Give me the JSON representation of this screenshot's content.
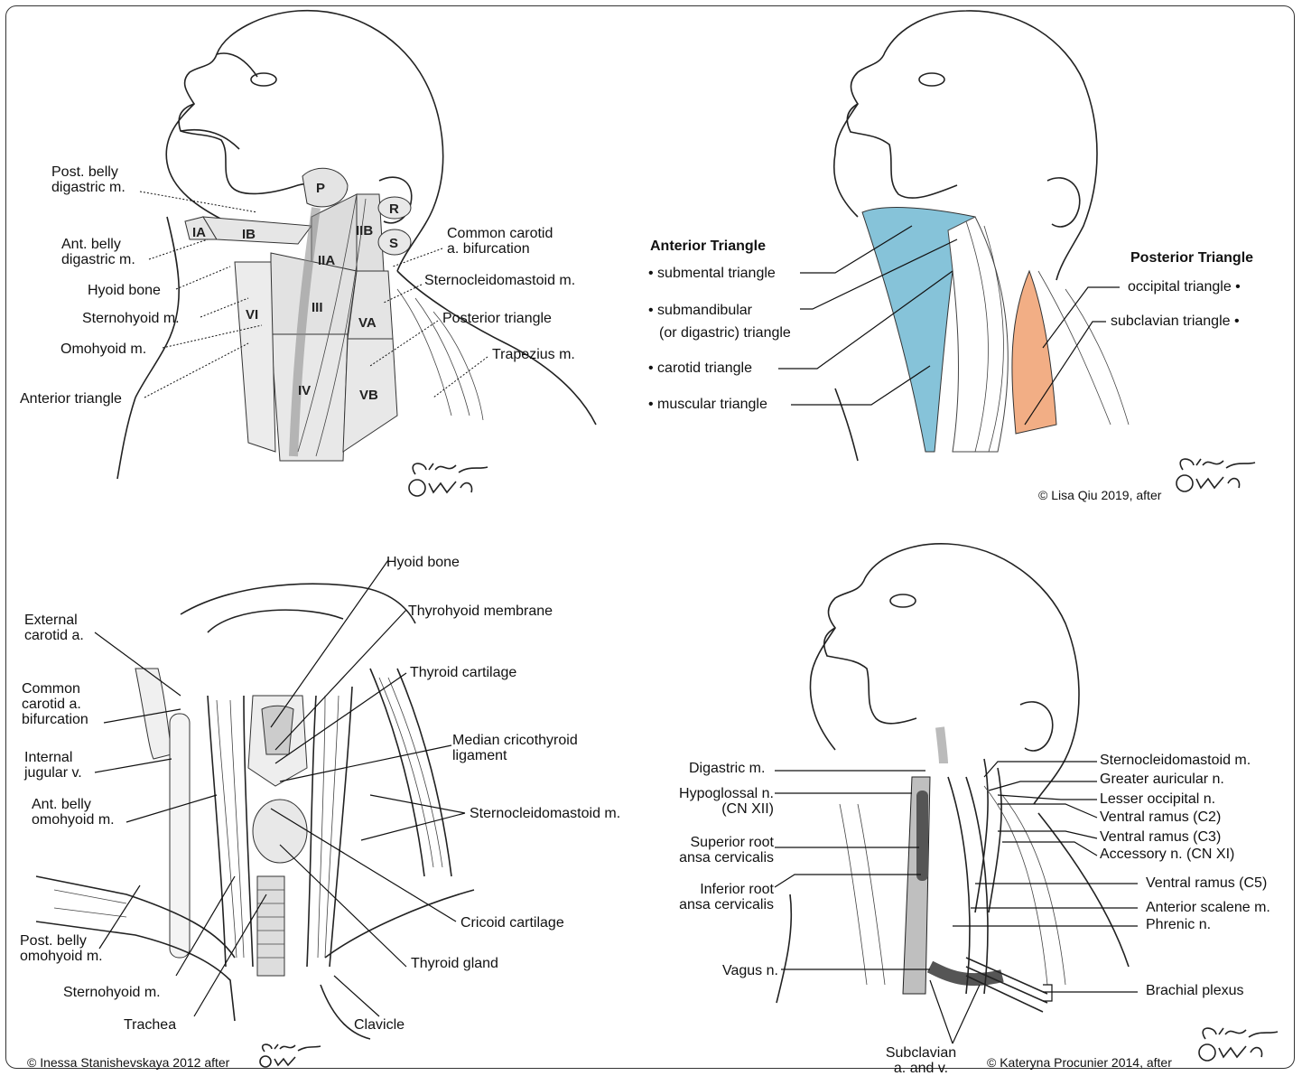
{
  "panel_tl": {
    "labels": {
      "post_belly_digastric": [
        "Post. belly",
        "digastric m."
      ],
      "ant_belly_digastric": [
        "Ant. belly",
        "digastric m."
      ],
      "hyoid_bone": "Hyoid bone",
      "sternohyoid": "Sternohyoid m.",
      "omohyoid": "Omohyoid m.",
      "anterior_triangle": "Anterior triangle",
      "common_carotid_bifurcation": [
        "Common carotid",
        "a. bifurcation"
      ],
      "sternocleidomastoid": "Sternocleidomastoid m.",
      "posterior_triangle": "Posterior triangle",
      "trapezius": "Trapezius m."
    },
    "zones": [
      "IA",
      "IB",
      "IIA",
      "IIB",
      "III",
      "IV",
      "VA",
      "VB",
      "VI",
      "P",
      "R",
      "S"
    ]
  },
  "panel_tr": {
    "anterior_title": "Anterior Triangle",
    "anterior_items": [
      "• submental triangle",
      "• submandibular",
      "(or digastric) triangle",
      "• carotid triangle",
      "• muscular triangle"
    ],
    "posterior_title": "Posterior Triangle",
    "posterior_items": [
      "occipital triangle •",
      "subclavian triangle •"
    ],
    "credit": "© Lisa Qiu 2019, after",
    "colors": {
      "anterior": "#86c3d9",
      "posterior": "#f2ae85"
    }
  },
  "panel_bl": {
    "labels": {
      "hyoid_bone": "Hyoid bone",
      "thyrohyoid_membrane": "Thyrohyoid membrane",
      "thyroid_cartilage": "Thyroid cartilage",
      "median_cricothyroid": [
        "Median cricothyroid",
        "ligament"
      ],
      "sternocleidomastoid": "Sternocleidomastoid m.",
      "cricoid_cartilage": "Cricoid cartilage",
      "thyroid_gland": "Thyroid gland",
      "clavicle": "Clavicle",
      "trachea": "Trachea",
      "sternohyoid": "Sternohyoid m.",
      "post_belly_omohyoid": [
        "Post. belly",
        "omohyoid m."
      ],
      "ant_belly_omohyoid": [
        "Ant. belly",
        "omohyoid m."
      ],
      "internal_jugular": [
        "Internal",
        "jugular v."
      ],
      "common_carotid_bifurcation": [
        "Common",
        "carotid a.",
        "bifurcation"
      ],
      "external_carotid": [
        "External",
        "carotid a."
      ]
    },
    "credit": "© Inessa Stanishevskaya 2012 after"
  },
  "panel_br": {
    "left_labels": {
      "digastric": "Digastric m.",
      "hypoglossal": [
        "Hypoglossal n.",
        "(CN XII)"
      ],
      "superior_root": [
        "Superior root",
        "ansa cervicalis"
      ],
      "inferior_root": [
        "Inferior root",
        "ansa cervicalis"
      ],
      "vagus": "Vagus n.",
      "subclavian": [
        "Subclavian",
        "a. and v."
      ]
    },
    "right_labels": [
      "Sternocleidomastoid m.",
      "Greater auricular n.",
      "Lesser occipital n.",
      "Ventral ramus (C2)",
      "Ventral ramus (C3)",
      "Accessory n. (CN XI)",
      "Ventral ramus (C5)",
      "Anterior scalene m.",
      "Phrenic n.",
      "Brachial plexus"
    ],
    "credit": "© Kateryna Procunier 2014, after"
  },
  "signature": "Netter '05"
}
